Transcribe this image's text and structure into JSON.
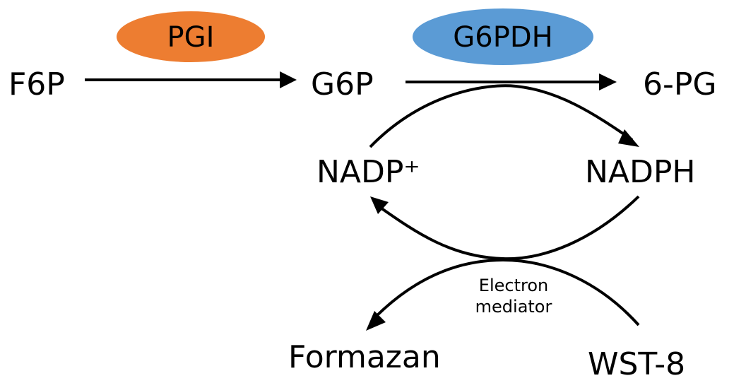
{
  "diagram": {
    "title": "",
    "enzymes": [
      {
        "id": "pgi",
        "label": "PGI",
        "color": "#ED7D31"
      },
      {
        "id": "g6pdh",
        "label": "G6PDH",
        "color": "#5B9BD5"
      }
    ],
    "nodes": {
      "f6p": "F6P",
      "g6p": "G6P",
      "pg6": "6-PG",
      "nadp": "NADP⁺",
      "nadph": "NADPH",
      "formazan": "Formazan",
      "wst8": "WST-8",
      "mediator_line1": "Electron",
      "mediator_line2": "mediator"
    },
    "edges": [
      {
        "from": "F6P",
        "to": "G6P",
        "catalyst": "PGI"
      },
      {
        "from": "G6P",
        "to": "6-PG",
        "catalyst": "G6PDH"
      },
      {
        "from": "NADP⁺",
        "to": "NADPH",
        "coupled_with": "G6P → 6-PG"
      },
      {
        "from": "NADPH",
        "to": "NADP⁺",
        "via": "Electron mediator"
      },
      {
        "from": "WST-8",
        "to": "Formazan",
        "via": "Electron mediator"
      }
    ]
  }
}
